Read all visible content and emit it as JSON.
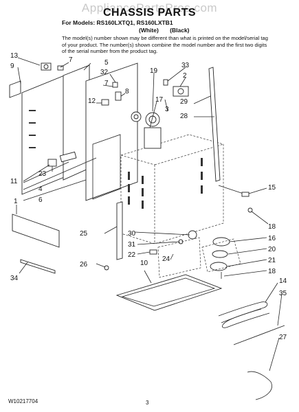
{
  "header": {
    "watermark": "AppliancePartsPros.com",
    "title": "CHASSIS PARTS",
    "models_line": "For Models: RS160LXTQ1, RS160LXTB1",
    "variant_white": "(White)",
    "variant_black": "(Black)",
    "note": "The model(s) number shown may be different than what is printed on the model/serial tag of your product. The number(s) shown combine the model number and the first two digits of the serial number from the product tag."
  },
  "callouts": [
    "13",
    "9",
    "7",
    "5",
    "32",
    "7",
    "8",
    "12",
    "19",
    "33",
    "2",
    "17",
    "3",
    "29",
    "28",
    "11",
    "23",
    "4",
    "6",
    "1",
    "15",
    "18",
    "25",
    "30",
    "26",
    "31",
    "22",
    "24",
    "16",
    "20",
    "21",
    "18",
    "10",
    "34",
    "14",
    "35",
    "27"
  ],
  "footer": {
    "doc_number": "W10217704",
    "page_number": "3"
  }
}
